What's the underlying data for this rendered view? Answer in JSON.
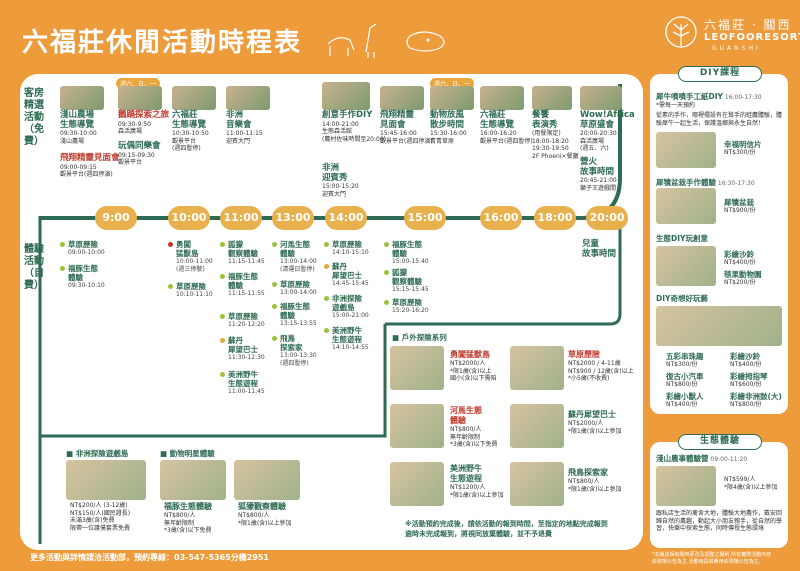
{
  "header": {
    "title": "六福莊休閒活動時程表",
    "logo_cn": "六福莊 · 關西",
    "logo_en": "LEOFOORESORT",
    "logo_en2": "GUANSHI"
  },
  "sections": {
    "guest": "客房精選活動（免費）",
    "exp": "體驗活動（自費）"
  },
  "timeline": [
    "9:00",
    "10:00",
    "11:00",
    "13:00",
    "14:00",
    "15:00",
    "16:00",
    "18:00",
    "20:00"
  ],
  "tags": {
    "sat": "週六、日、一",
    "sat2": "週六、日、一"
  },
  "guest_cards": [
    {
      "name": "淺山農場\n生態導覽",
      "time": "09:30-10:00",
      "place": "淺山農場"
    },
    {
      "name": "飛翔精靈見面會",
      "time": "09:00-09:15",
      "place": "觀景平台(週四停演)"
    },
    {
      "name": "鵝蹺探索之旅",
      "time": "09:30-9:50",
      "place": "森活廣場"
    },
    {
      "name": "玩偶同樂會",
      "time": "09:15-09:30",
      "place": "觀景平台"
    },
    {
      "name": "六福莊\n生態導覽",
      "time": "10:30-10:50",
      "place": "觀景平台",
      "note": "(週四暫停)"
    },
    {
      "name": "非洲\n音樂會",
      "time": "11:00-11:15",
      "place": "迎賓大門"
    },
    {
      "name": "創意手作DIY",
      "time": "14:00-21:00",
      "place": "生態森活館",
      "note": "(農村佐味時間至20:00)"
    },
    {
      "name": "非洲\n迎賓秀",
      "time": "15:00-15:20",
      "place": "迎賓大門"
    },
    {
      "name": "飛翔精靈\n見面會",
      "time": "15:45-16:00",
      "place": "觀景平台(週四停演)"
    },
    {
      "name": "動物放風\n散步時間",
      "time": "15:30-16:00",
      "place": "青青草原"
    },
    {
      "name": "六福莊\n生態導覽",
      "time": "16:00-16:20",
      "place": "觀景平台(週四暫停)"
    },
    {
      "name": "餐饗\n表演秀",
      "time": "18:00-18:20\n19:30-19:50",
      "place": "2F Phoeni×餐廳",
      "note": "(用餐限定)"
    },
    {
      "name": "Wow!Africa\n草原盛會",
      "time": "20:00-20:30",
      "place": "森活廣場",
      "note": "(週五、六)"
    },
    {
      "name": "營火\n故事時間",
      "time": "20:45-21:00",
      "place": "獅子王遊戲間"
    },
    {
      "name": "兒童\n故事時間",
      "time": "",
      "place": ""
    }
  ],
  "exp_items": [
    {
      "name": "草原歷險",
      "time": "09:00-10:00"
    },
    {
      "name": "福豚生態\n體驗",
      "time": "09:30-10:10"
    },
    {
      "name": "勇闖\n猛獸島",
      "time": "10:00-11:00",
      "note": "(週三停駛)"
    },
    {
      "name": "草原歷險",
      "time": "10:10-11:10"
    },
    {
      "name": "狐獴\n觀察體驗",
      "time": "11:15-11:45"
    },
    {
      "name": "福豚生態\n體驗",
      "time": "11:15-11:55"
    },
    {
      "name": "草原歷險",
      "time": "11:20-12:20"
    },
    {
      "name": "蘇丹\n犀望巴士",
      "time": "11:30-12:30"
    },
    {
      "name": "美洲野牛\n生態遊程",
      "time": "11:00-11:45"
    },
    {
      "name": "河馬生態\n體驗",
      "time": "13:00-14:00",
      "note": "(清運日暫停)"
    },
    {
      "name": "草原歷險",
      "time": "13:00-14:00"
    },
    {
      "name": "福豚生態\n體驗",
      "time": "13:15-13:55"
    },
    {
      "name": "飛鳥\n探索家",
      "time": "13:00-13:30",
      "note": "(週四暫停)"
    },
    {
      "name": "草原歷險",
      "time": "14:10-15:10"
    },
    {
      "name": "蘇丹\n犀望巴士",
      "time": "14:45-15:45"
    },
    {
      "name": "非洲探險\n遊戲島",
      "time": "15:00-21:00"
    },
    {
      "name": "美洲野牛\n生態遊程",
      "time": "14:10-14:55"
    },
    {
      "name": "福豚生態\n體驗",
      "time": "15:00-15:40"
    },
    {
      "name": "狐獴\n觀察體驗",
      "time": "15:15-15:45"
    },
    {
      "name": "草原歷險",
      "time": "15:20-16:20"
    }
  ],
  "outdoor": {
    "title": "戶外探險系列",
    "items": [
      {
        "name": "勇闖猛獸島",
        "price": "NT$2000/人",
        "note": "*限1歲(含)以上\n國小(含)以下需陪"
      },
      {
        "name": "草原歷險",
        "price": "NT$2000 / 4-11歲\nNT$900 / 12歲(含)以上",
        "note": "*小5歲(不收費)"
      },
      {
        "name": "河馬生態\n體驗",
        "price": "NT$800/人",
        "note": "無年齡限制\n*3歲(含)以下免費"
      },
      {
        "name": "蘇丹犀望巴士",
        "price": "NT$2000/人",
        "note": "*限1歲(含)以上參加"
      },
      {
        "name": "美洲野牛\n生態遊程",
        "price": "NT$1200/人",
        "note": "*限1歲(含)以上參加"
      },
      {
        "name": "飛鳥探索家",
        "price": "NT$800/人",
        "note": "*限1歲(含)以上參加"
      }
    ]
  },
  "bottom": {
    "africa_title": "非洲探險遊戲島",
    "africa_price": "NT$200/人 (3-12歲)\nNT$150/人(國民證長)",
    "africa_note": "未滿3歲(含)免費\n限帶一位護僕套票免費",
    "star_title": "動物明星體驗",
    "star1_name": "福豚生態體驗",
    "star1_price": "NT$800/人",
    "star1_note": "無年齡限制\n*3歲(含)以下免費",
    "star2_name": "狐獴觀察體驗",
    "star2_price": "NT$800/人",
    "star2_note": "*限1歲(含)以上參加"
  },
  "note": "※活動預約完成後，請依活動的報到時間，至指定的地點完成報到\n逾時未完成報到，將視同放棄體驗，並不予退費",
  "footer": "更多活動與詳情請洽活動部，預約專線：03-547-5365分機2951",
  "disclaimer": "*本飯店保有隨時更改及調整之權利,所有實際活動內容\n依現場公告為主,活動時段與費用依現場公告為主。",
  "diy": {
    "title": "DIY課程",
    "items": [
      {
        "name": "犀牛噴噴手工紙DIY",
        "time": "16:00-17:30",
        "note": "*需每一天預約",
        "desc": "從素的手作，哪裡擺設有在幫手的蛙鷹體驗，體驗犀牛一起生活，保護溫鄉與永生自然！"
      },
      {
        "name": "幸福明信片",
        "price": "NT$300/份"
      },
      {
        "name": "犀犢盆栽手作體驗",
        "time": "16:30-17:30"
      },
      {
        "name": "犀犢盆栽",
        "price": "NT$900/份"
      },
      {
        "name": "生態DIY玩創意",
        "time": ""
      },
      {
        "name": "彩繪沙鈴",
        "price": "NT$400/份"
      },
      {
        "name": "毯果動物園",
        "price": "NT$200/份"
      },
      {
        "name": "DIY奇想好玩藝",
        "time": ""
      },
      {
        "name": "五彩串珠趣",
        "price": "NT$300/份"
      },
      {
        "name": "彩繪沙鈴",
        "price": "NT$400/份"
      },
      {
        "name": "復古小汽車",
        "price": "NT$800/份"
      },
      {
        "name": "彩繪拇指琴",
        "price": "NT$600/份"
      },
      {
        "name": "彩繪小獸人",
        "price": "NT$400/份"
      },
      {
        "name": "彩繪非洲鼓(大)",
        "price": "NT$800/份"
      }
    ]
  },
  "eco": {
    "title": "生態體驗",
    "name": "淺山農事體驗營",
    "time": "09:00-11:20",
    "price": "NT$599/人",
    "note": "*限4歲(含)以上參加",
    "desc": "跟私店生活的禽舍大地，體驗大地農作，戴安回歸自然的農趣，動起大小朋友親手，從自然的學習，快樂中探索生態，同時傳授生態環境"
  }
}
